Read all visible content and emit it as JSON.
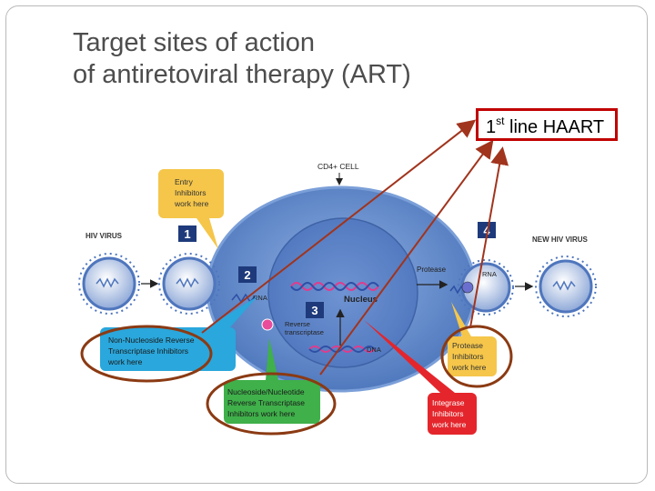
{
  "slide": {
    "title_line1": "Target sites of action",
    "title_line2": "of antiretoviral therapy (ART)"
  },
  "annotation": {
    "number": "1",
    "ordinal_suffix": "st",
    "text": " line HAART"
  },
  "diagram": {
    "cd4_cell": "CD4+ CELL",
    "hiv_virus": "HIV VIRUS",
    "new_hiv_virus": "NEW HIV VIRUS",
    "nucleus": "Nucleus",
    "protease": "Protease",
    "rna_left": "RNA",
    "rna_right": "RNA",
    "reverse_line1": "Reverse",
    "reverse_line2": "transcriptase",
    "dna": "DNA",
    "steps": [
      "1",
      "2",
      "3",
      "4"
    ],
    "callouts": {
      "entry": [
        "Entry",
        "Inhibitors",
        "work here"
      ],
      "nnrti": [
        "Non-Nucleoside Reverse",
        "Transcriptase Inhibitors",
        "work here"
      ],
      "nrti": [
        "Nucleoside/Nucleotide",
        "Reverse Transcriptase",
        "Inhibitors work here"
      ],
      "protease": [
        "Protease",
        "Inhibitors",
        "work here"
      ],
      "integrase": [
        "Integrase",
        "Inhibitors",
        "work here"
      ]
    },
    "colors": {
      "entry": "#f5c64a",
      "nnrti": "#2aa7dc",
      "nrti": "#3fb04a",
      "protease": "#f5c64a",
      "integrase": "#e4262c",
      "cell": "#5b86c9",
      "highlight_circle": "#8b3a13",
      "arrow": "#a1341d",
      "box_border": "#c00000"
    }
  }
}
